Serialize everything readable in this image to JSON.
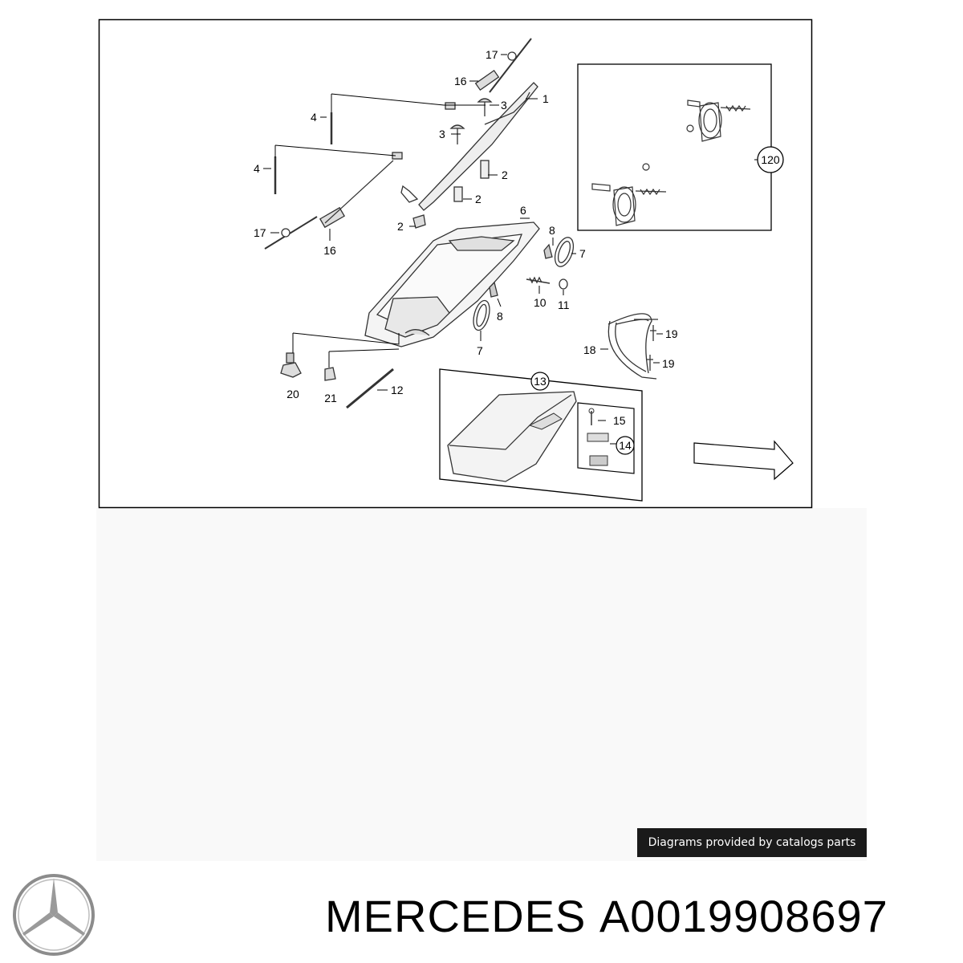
{
  "diagram": {
    "callouts": {
      "c1": "1",
      "c2a": "2",
      "c2b": "2",
      "c2c": "2",
      "c3a": "3",
      "c3b": "3",
      "c4a": "4",
      "c4b": "4",
      "c6": "6",
      "c7a": "7",
      "c7b": "7",
      "c8a": "8",
      "c8b": "8",
      "c10": "10",
      "c11": "11",
      "c12": "12",
      "c13": "13",
      "c14": "14",
      "c15": "15",
      "c16a": "16",
      "c16b": "16",
      "c17a": "17",
      "c17b": "17",
      "c18": "18",
      "c19a": "19",
      "c19b": "19",
      "c20": "20",
      "c21": "21",
      "c120": "120"
    }
  },
  "footer": {
    "credit_text": "Diagrams provided by catalogs parts",
    "brand": "MERCEDES",
    "part_number": "A0019908697",
    "logo_icon": "mercedes-star-icon"
  },
  "colors": {
    "line": "#000000",
    "credit_bg": "#1a1a1a",
    "credit_text": "#ffffff",
    "panel_bg": "#f9f9f9",
    "logo_gray": "#8c8c8c"
  }
}
